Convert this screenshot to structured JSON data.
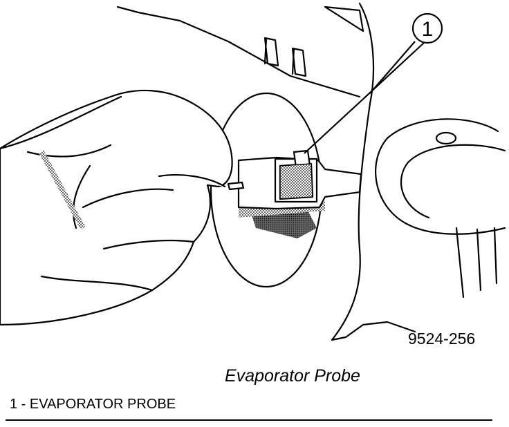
{
  "figure": {
    "callout_number": "1",
    "figure_id": "9524-256"
  },
  "caption": "Evaporator Probe",
  "legend": [
    {
      "text": "1 - EVAPORATOR PROBE"
    }
  ]
}
